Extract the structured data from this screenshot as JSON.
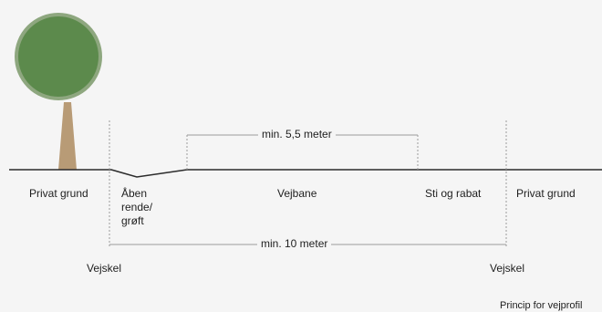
{
  "labels": {
    "private_left": "Privat grund",
    "ditch_lines": [
      "Åben",
      "rende/",
      "grøft"
    ],
    "carriageway": "Vejbane",
    "path_verge": "Sti og rabat",
    "private_right": "Privat grund",
    "road_edge_left": "Vejskel",
    "road_edge_right": "Vejskel",
    "caption": "Princip for vejprofil"
  },
  "dimensions": {
    "carriageway_width": "min. 5,5 meter",
    "road_area_width": "min. 10 meter"
  },
  "colors": {
    "background": "#f5f5f5",
    "ground_line": "#2b2b2b",
    "tree_canopy": "#5c8a4c",
    "tree_canopy_outline": "#8ea77f",
    "tree_trunk": "#b89b76",
    "dashed_line": "#9a9a9a",
    "text": "#1e1e1e"
  }
}
